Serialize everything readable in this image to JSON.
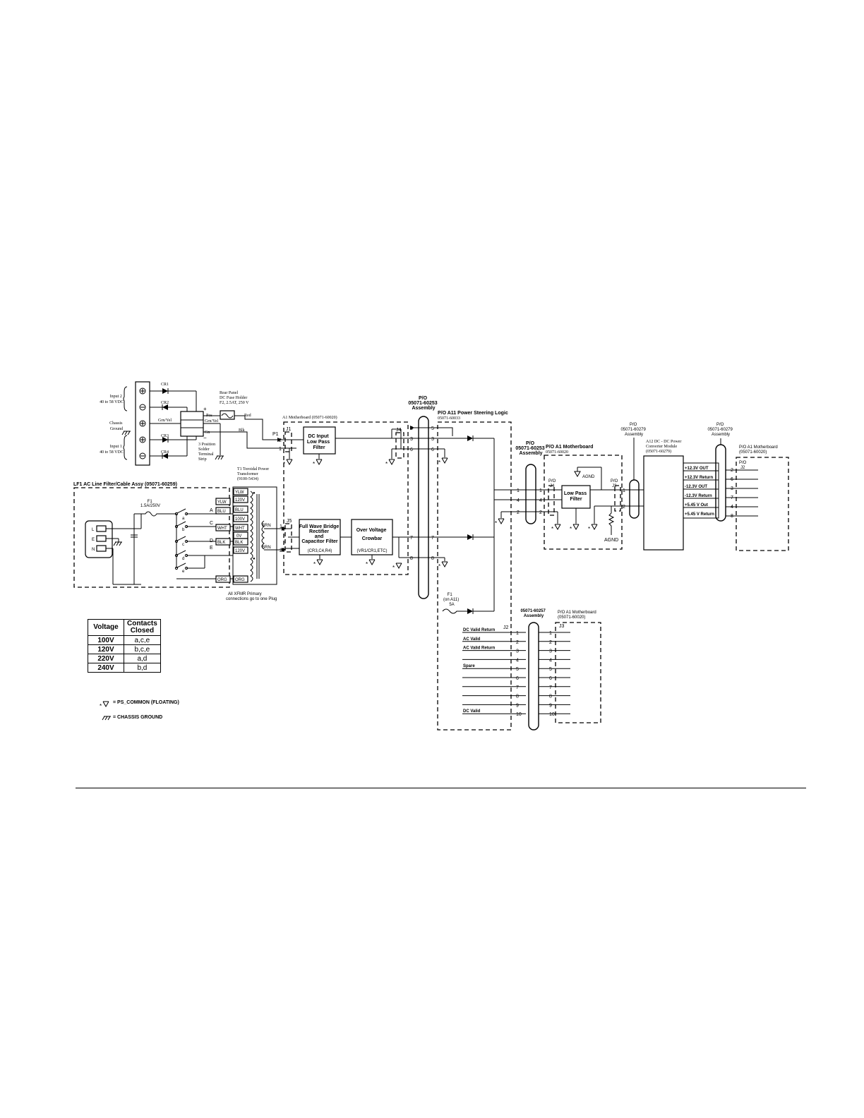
{
  "inputs": {
    "input2": "Input 2\n40 to 58 VDC",
    "chassis": "Chassis\nGround",
    "input1": "Input 1\n40 to 58 VDC",
    "cr1": "CR1",
    "cr2": "CR2",
    "cr3": "CR3",
    "cr4": "CR4",
    "gnyel_left": "Grn/Yel",
    "gnyel_right": "Grn/Yel",
    "red": "Red",
    "blk": "Blk",
    "pos": "+",
    "neg": "−",
    "pos_small": "Pos",
    "neg_small": "Gn",
    "term_strip": "3 Position\nSolder\nTerminal\nStrip",
    "rear_panel": "Rear Panel\nDC Fuse Holder\nF2, 2.5AT, 250 V"
  },
  "a1": {
    "title": "A1 Motherboard (05071-60020)",
    "p1": "P1",
    "j1": "J1",
    "j4": "J4",
    "j5": "J5",
    "dc_filter": "DC Input\nLow Pass\nFilter",
    "rectifier": "Full Wave Bridge\nRectifier\nand\nCapacitor Filter",
    "rectifier_sub": "(CR3,C4,R4)",
    "crowbar": "Over Voltage\nCrowbar",
    "crowbar_sub": "(VR1/CR1,ETC)"
  },
  "transformer": {
    "title": "T1 Toroidal Power\nTransformer\n(9100-5434)",
    "note": "All XFMR Primary\nconnections go to one Plug",
    "taps": [
      "YLW",
      "120V",
      "BLU",
      "100V",
      "WHT",
      "0V",
      "BLK",
      "120V",
      "ORG"
    ],
    "left_taps": [
      "YLW",
      "BLU",
      "WHT",
      "BLK",
      "ORG"
    ],
    "brn": "BRN"
  },
  "lf1": {
    "title": "LF1 AC Line Filter/Cable Assy (05071-60259)",
    "fuse": "F1\n1.5A/250V",
    "pins": [
      "L",
      "E",
      "N"
    ],
    "letters": [
      "A",
      "C",
      "D",
      "E"
    ],
    "switches": [
      "a",
      "b",
      "c",
      "d",
      "e"
    ]
  },
  "cable_a": {
    "title": "P/O\n05071-60253\nAssembly",
    "pins": [
      "5",
      "3",
      "6",
      "7",
      "8"
    ]
  },
  "a11": {
    "title": "P/O A11 Power Steering Logic",
    "part": "05071-60033",
    "fuse": "F1\n(on A11)\n5A"
  },
  "cable_b": {
    "title": "P/O\n05071-60253\nAssembly",
    "pins": [
      "1",
      "4",
      "2"
    ]
  },
  "a1_right": {
    "title": "P/O A1 Motherboard",
    "part": "05071-60020",
    "j4": "P/O\nJ4",
    "j2": "P/O\nJ2",
    "filter": "Low Pass\nFilter",
    "agnd": "AGND"
  },
  "cable_c": {
    "title": "P/O\n05071-60279\nAssembly"
  },
  "a12": {
    "title": "A12 DC - DC Power\nConverter Module\n(05071-60279)",
    "outputs": [
      "+12.3V OUT",
      "+12.3V Return",
      "-12.3V OUT",
      "-12.3V Return",
      "+5.45 V Out",
      "+5.45 V Return"
    ]
  },
  "cable_d": {
    "title": "P/O\n05071-60279\nAssembly",
    "pins": [
      "2",
      "6",
      "3",
      "7",
      "4",
      "8"
    ]
  },
  "a1_far": {
    "title": "P/O A1 Motherboard\n(05071-60020)",
    "conn": "P/O\nJ2"
  },
  "signals": {
    "j2": "J2",
    "cable_title": "05071-60257\nAssembly",
    "mb_title": "P/O A1 Motherboard\n(05071-60020)",
    "j3": "J3",
    "labels": [
      "DC Valid Return",
      "AC Valid",
      "AC Valid Return",
      "",
      "Spare",
      "",
      "",
      "",
      "",
      "DC Valid"
    ],
    "pins": [
      "1",
      "2",
      "3",
      "4",
      "5",
      "6",
      "7",
      "8",
      "9",
      "10"
    ]
  },
  "voltage_table": {
    "headers": [
      "Voltage",
      "Contacts\nClosed"
    ],
    "rows": [
      [
        "100V",
        "a,c,e"
      ],
      [
        "120V",
        "b,c,e"
      ],
      [
        "220V",
        "a,d"
      ],
      [
        "240V",
        "b,d"
      ]
    ]
  },
  "legend": {
    "ps_common": "= PS_COMMON (FLOATING)",
    "chassis": "= CHASSIS GROUND"
  }
}
